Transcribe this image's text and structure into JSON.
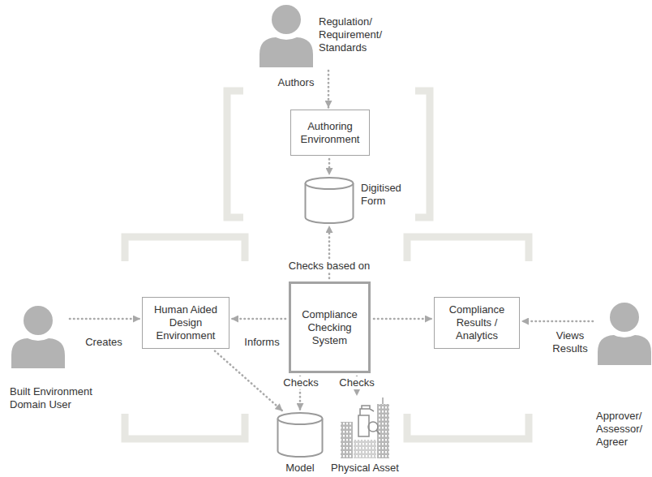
{
  "diagram": {
    "nodes": [
      {
        "text": [
          "Regulation/ Requirement/ Standards"
        ]
      },
      {
        "text": [
          "Authoring Environment"
        ]
      },
      {
        "text": [
          "Digitised Form"
        ]
      },
      {
        "text": [
          "Human Aided Design Environment"
        ]
      },
      {
        "text": [
          "Compliance Checking System"
        ]
      },
      {
        "text": [
          "Compliance Results / Analytics"
        ]
      },
      {
        "text": [
          "Built Environment Domain User"
        ]
      },
      {
        "text": [
          "Model"
        ]
      },
      {
        "text": [
          "Physical Asset"
        ]
      },
      {
        "text": [
          "Approver/ Assessor/ Agreer"
        ]
      }
    ],
    "edges": [
      {
        "from": 0,
        "to": 1,
        "label": "Authors",
        "arrow": "to"
      },
      {
        "from": 1,
        "to": 2,
        "arrow": "to"
      },
      {
        "from": 4,
        "to": 2,
        "label": "Checks based on",
        "arrow": "to"
      },
      {
        "from": 6,
        "to": 3,
        "label": "Creates",
        "arrow": "to"
      },
      {
        "from": 4,
        "to": 3,
        "label": "Informs",
        "arrow": "to"
      },
      {
        "from": 4,
        "to": 5,
        "arrow": "to"
      },
      {
        "from": 9,
        "to": 5,
        "label": "Views Results",
        "arrow": "to"
      },
      {
        "from": 4,
        "to": 7,
        "label": "Checks",
        "arrow": "to"
      },
      {
        "from": 4,
        "to": 8,
        "label": "Checks",
        "arrow": "to"
      },
      {
        "from": 3,
        "to": 7,
        "arrow": "to"
      }
    ]
  }
}
